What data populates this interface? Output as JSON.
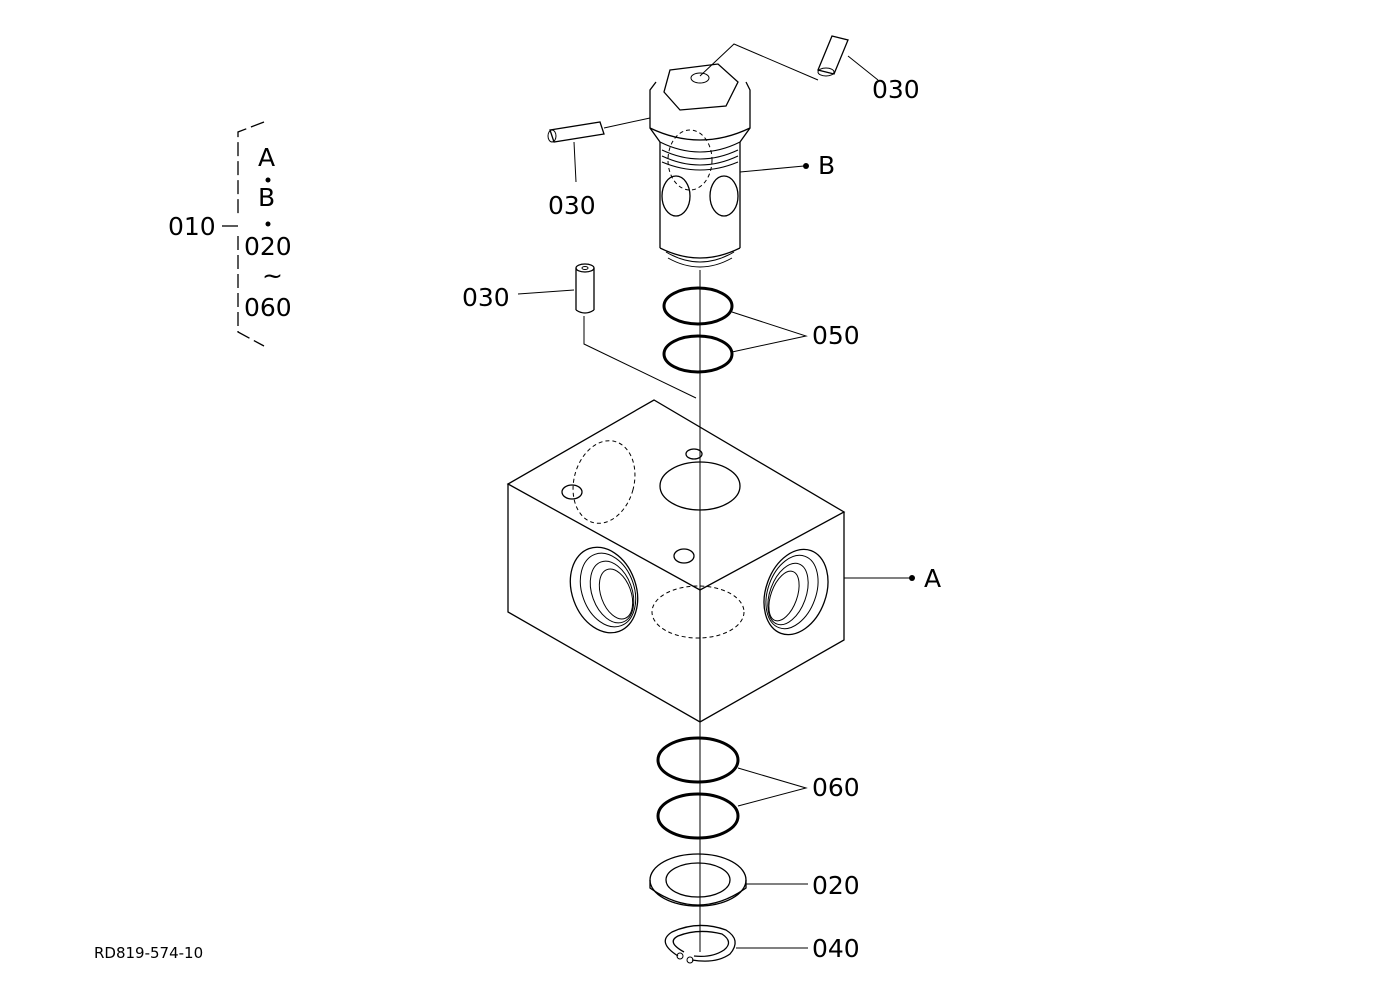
{
  "drawing": {
    "code": "RD819-574-10",
    "assembly": {
      "number": "010",
      "contents": [
        "A",
        "B",
        "020",
        "~",
        "060"
      ]
    },
    "callouts": {
      "pin_top": "030",
      "pin_left": "030",
      "pin_mid": "030",
      "cartridge": "B",
      "orings_upper": "050",
      "block": "A",
      "orings_lower": "060",
      "washer": "020",
      "snap_ring": "040"
    }
  }
}
